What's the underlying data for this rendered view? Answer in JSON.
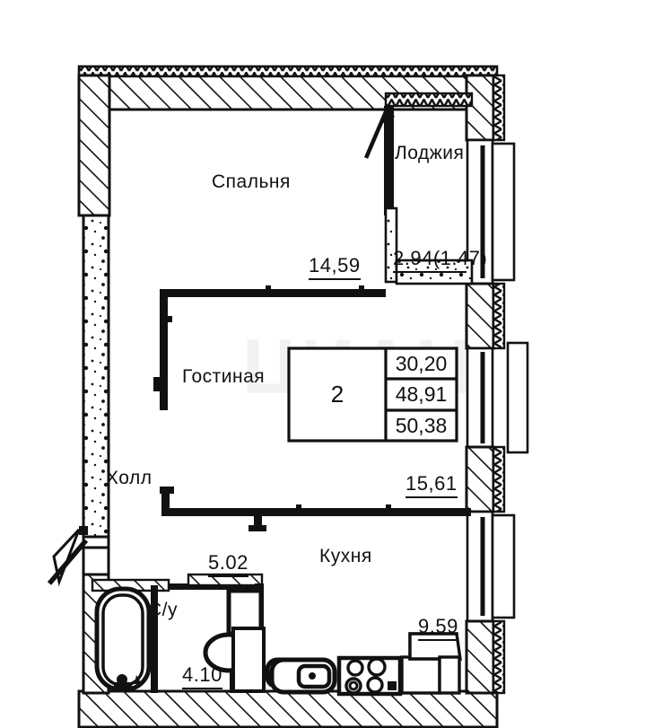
{
  "document": {
    "kind": "apartment-floor-plan",
    "watermark": "ЦИАН"
  },
  "rooms": [
    {
      "id": "bedroom",
      "name": "Спальня",
      "area": "14,59"
    },
    {
      "id": "loggia",
      "name": "Лоджия",
      "area": "2.94(1.47)"
    },
    {
      "id": "living",
      "name": "Гостиная",
      "area": ""
    },
    {
      "id": "hall",
      "name": "Холл",
      "area": "15,61"
    },
    {
      "id": "kitchen",
      "name": "Кухня",
      "area": "9.59"
    },
    {
      "id": "bathroom",
      "name": "С/у",
      "area": "4.10"
    },
    {
      "id": "corridor",
      "name": "",
      "area": "5.02"
    }
  ],
  "labels": {
    "bedroom_name": "Спальня",
    "bedroom_area": "14,59",
    "loggia_name": "Лоджия",
    "loggia_area": "2.94(1.47)",
    "living_name": "Гостиная",
    "hall_name": "Холл",
    "hall_area": "15,61",
    "kitchen_name": "Кухня",
    "kitchen_area": "9.59",
    "bathroom_name": "С/у",
    "bathroom_area": "4.10",
    "corridor_area": "5.02"
  },
  "summary_table": {
    "rooms_count": "2",
    "living_area": "30,20",
    "area_without_loggia": "48,91",
    "total_area": "50,38"
  },
  "colors": {
    "line": "#111111",
    "background": "#ffffff",
    "watermark": "#f2f2f2"
  }
}
